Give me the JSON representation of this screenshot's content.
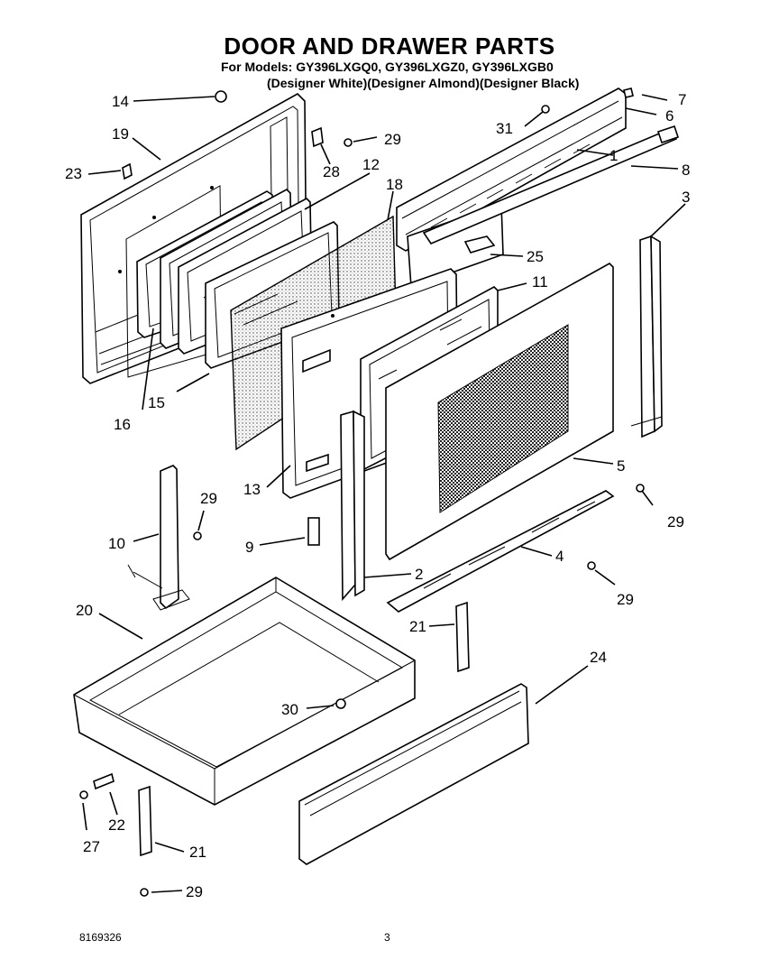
{
  "header": {
    "title": "DOOR AND DRAWER PARTS",
    "models": "For Models: GY396LXGQ0, GY396LXGZ0, GY396LXGB0",
    "colors": "(Designer White)(Designer Almond)(Designer Black)"
  },
  "callouts": {
    "c1": "1",
    "c2": "2",
    "c3": "3",
    "c4": "4",
    "c5": "5",
    "c6": "6",
    "c7": "7",
    "c8": "8",
    "c9": "9",
    "c10": "10",
    "c11": "11",
    "c12": "12",
    "c13": "13",
    "c14": "14",
    "c15": "15",
    "c16": "16",
    "c18": "18",
    "c19": "19",
    "c20": "20",
    "c21a": "21",
    "c21b": "21",
    "c22": "22",
    "c23": "23",
    "c24": "24",
    "c25": "25",
    "c27": "27",
    "c28": "28",
    "c29a": "29",
    "c29b": "29",
    "c29c": "29",
    "c29d": "29",
    "c29e": "29",
    "c30": "30",
    "c31": "31"
  },
  "footer": {
    "doc_number": "8169326",
    "page_number": "3"
  }
}
